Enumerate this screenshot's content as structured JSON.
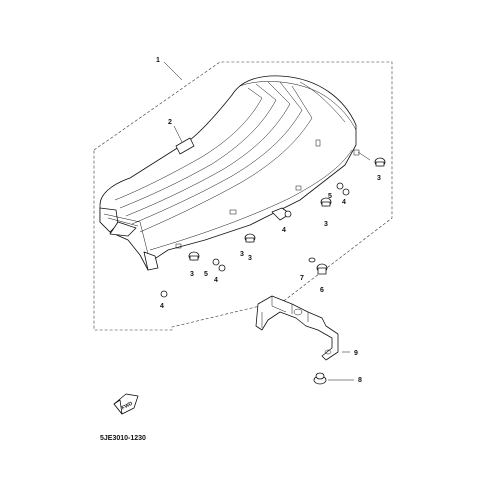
{
  "diagram_code": "5JE3010-1230",
  "fwd_label": "FWD",
  "callouts": [
    "1",
    "2",
    "3",
    "3",
    "3",
    "3",
    "3",
    "4",
    "4",
    "4",
    "4",
    "5",
    "5",
    "6",
    "7",
    "8",
    "9"
  ]
}
